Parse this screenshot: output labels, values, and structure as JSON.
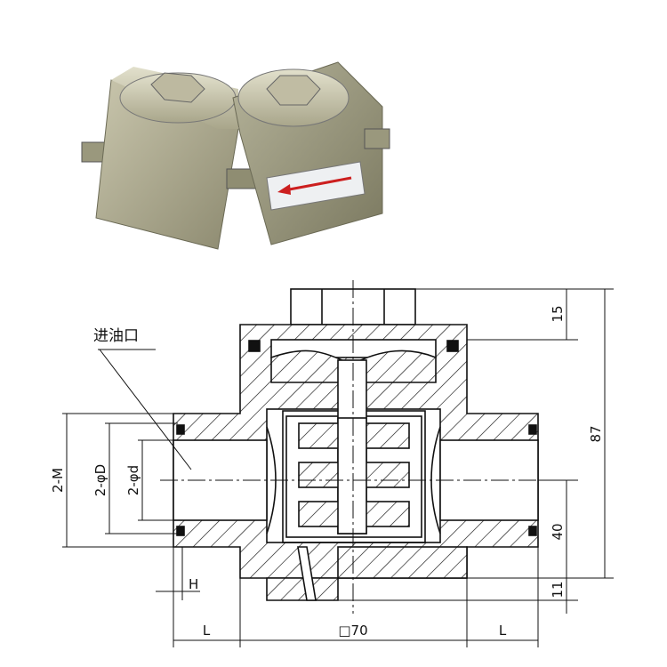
{
  "photo": {
    "subject": "sight-flow-indicator-pair"
  },
  "drawing": {
    "inlet_label": "进油口",
    "dims": {
      "thread": "2-M",
      "outer_dia": "2-φD",
      "inner_dia": "2-φd",
      "h": "H",
      "l_left": "L",
      "body": "□70",
      "l_right": "L",
      "top": "15",
      "height": "87",
      "center": "40",
      "bottom": "11"
    }
  },
  "colors": {
    "metal": "#a8a58a",
    "arrow": "#cc1f1f",
    "line": "#111111"
  }
}
